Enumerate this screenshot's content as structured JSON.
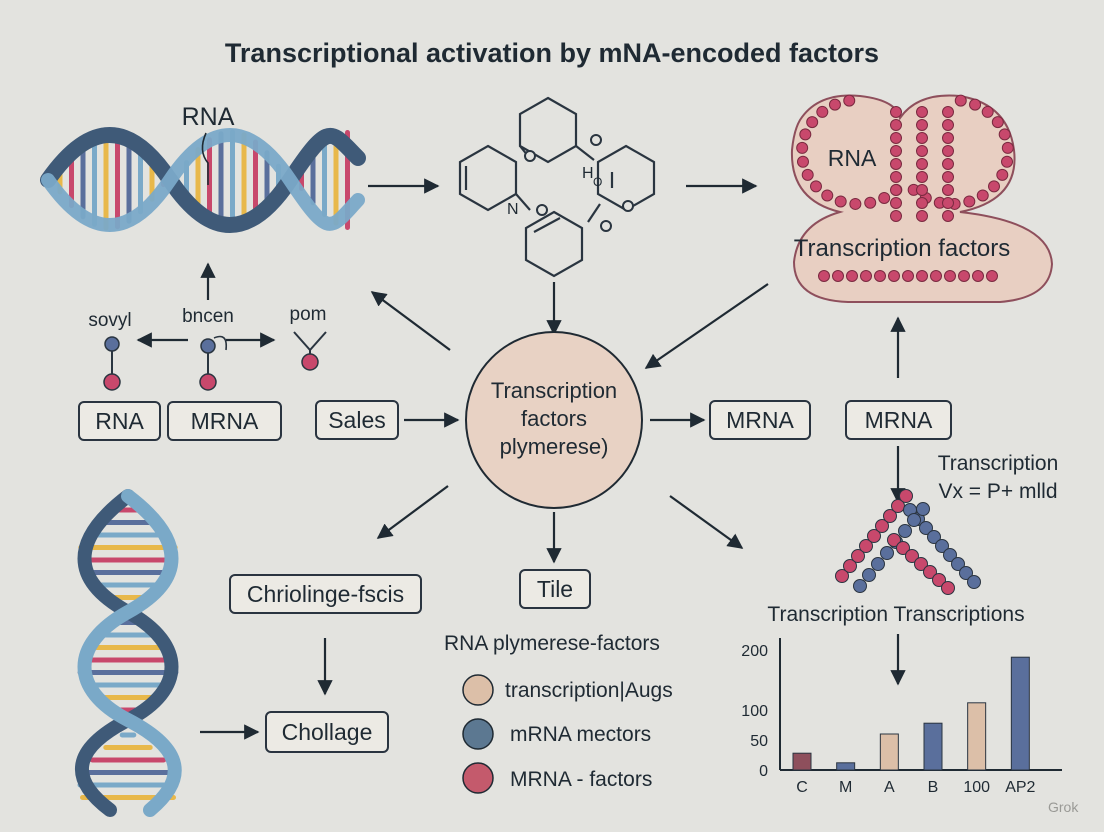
{
  "title": "Transcriptional activation by mNA-encoded factors",
  "dna_top": {
    "label": "RNA"
  },
  "molecule": {
    "label_h": "H",
    "label_o": "O",
    "label_n": "N"
  },
  "rna_panel": {
    "rna_label": "RNA",
    "tf_label": "Transcription factors"
  },
  "small_molecules": {
    "left": "sovyl",
    "center": "bncen",
    "right": "pom"
  },
  "boxes": {
    "rna": "RNA",
    "mrna_left": "MRNA",
    "sales": "Sales",
    "mrna_mid": "MRNA",
    "mrna_right": "MRNA",
    "chriolinge": "Chriolinge-fscis",
    "tile": "Tile",
    "chollage": "Chollage"
  },
  "center_circle": {
    "line1": "Transcription",
    "line2": "factors",
    "line3": "plymerese)"
  },
  "right_note": {
    "line1": "Transcription",
    "line2": "Vx = P+ mlld"
  },
  "tangle_caption": "Transcription Transcriptions",
  "legend": {
    "title": "RNA plymerese-factors",
    "items": [
      {
        "label": "transcription|Augs",
        "color": "#dcbfa8"
      },
      {
        "label": "mRNA mectors",
        "color": "#5c7891"
      },
      {
        "label": "MRNA - factors",
        "color": "#c45a6c"
      }
    ]
  },
  "chart_data": {
    "type": "bar",
    "categories": [
      "C",
      "M",
      "A",
      "B",
      "100",
      "AP2"
    ],
    "values": [
      28,
      12,
      60,
      78,
      112,
      188
    ],
    "colors": [
      "#8e4f5c",
      "#5a6f9c",
      "#dcbfa8",
      "#5a6f9c",
      "#dcbfa8",
      "#5a6f9c"
    ],
    "yticks": [
      0,
      50,
      100,
      200
    ],
    "ylim": [
      0,
      200
    ]
  },
  "colors": {
    "background": "#e3e3df",
    "ink": "#1f2a33",
    "helix_blue": "#6f9fbf",
    "helix_dark": "#3f5a78",
    "bead_pink": "#c8486c",
    "bead_blue": "#5a6f9c",
    "tan": "#e8cfc2",
    "circle_fill": "#e8d2c4"
  },
  "watermark": "Grok"
}
